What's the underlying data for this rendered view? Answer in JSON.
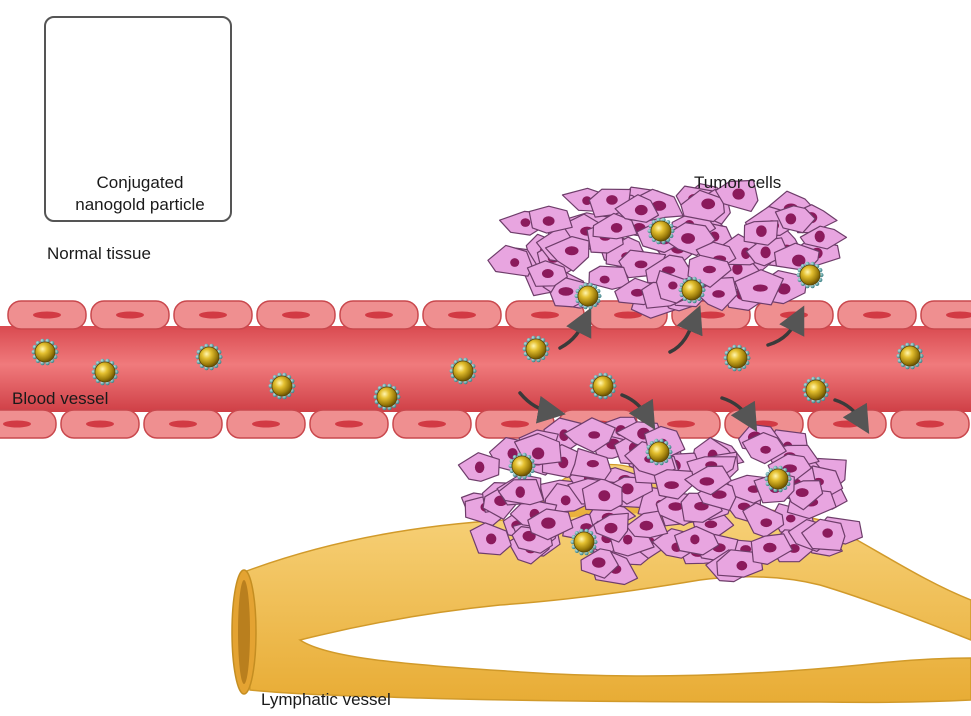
{
  "legend": {
    "line1": "Conjugated",
    "line2": "nanogold particle"
  },
  "labels": {
    "tumor_cells": "Tumor cells",
    "normal_tissue": "Normal tissue",
    "blood_vessel": "Blood vessel",
    "lymphatic_vessel": "Lymphatic vessel"
  },
  "colors": {
    "vessel": "#e0555a",
    "vessel_cell": "#ef8f90",
    "tumor_cell": "#e8a5e0",
    "nucleus": "#8b1a5c",
    "gold": "#c9a417",
    "ligand": "#5aa3a6",
    "lymph": "#f3c257"
  }
}
